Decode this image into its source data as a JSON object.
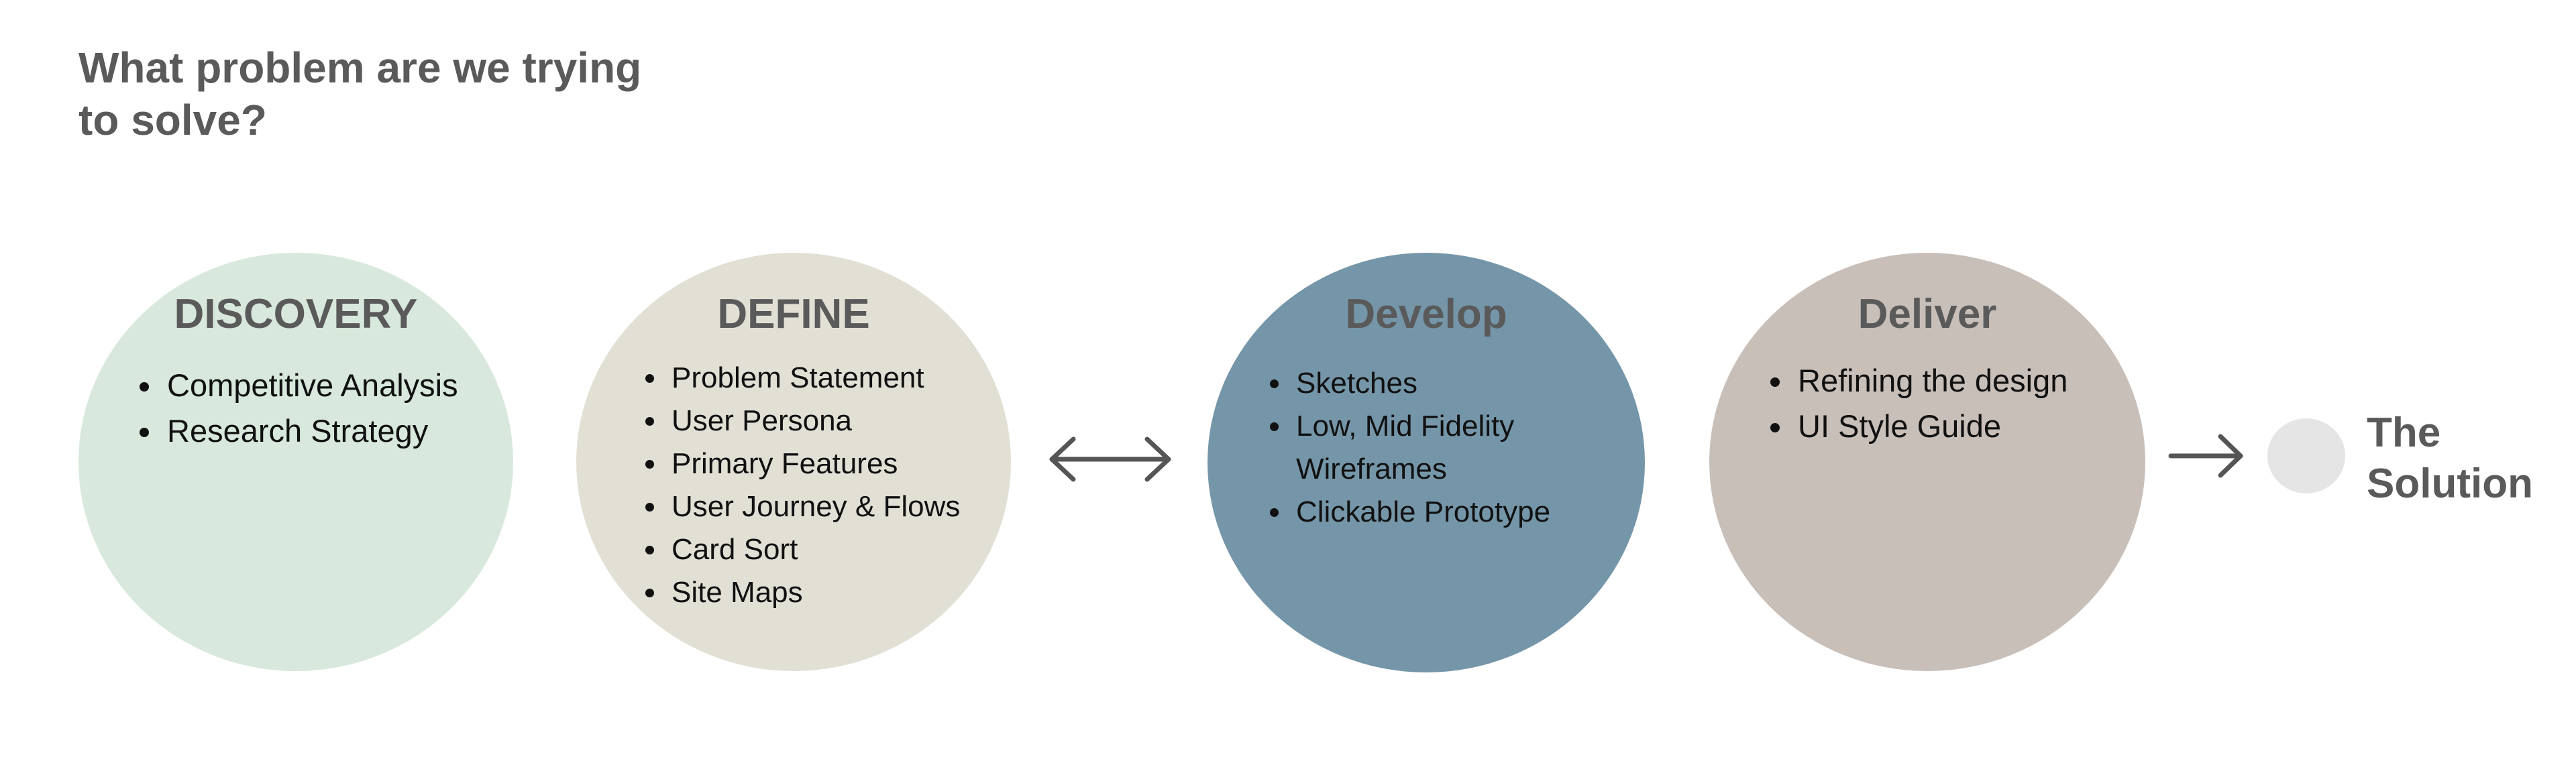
{
  "question": "What problem are we trying to solve?",
  "phases": [
    {
      "title": "DISCOVERY",
      "color": "#d8e8dc",
      "items": [
        "Competitive Analysis",
        "Research Strategy"
      ]
    },
    {
      "title": "DEFINE",
      "color": "#e2e0d5",
      "items": [
        "Problem Statement",
        "User Persona",
        "Primary Features",
        "User Journey & Flows",
        "Card Sort",
        "Site Maps"
      ]
    },
    {
      "title": "Develop",
      "color": "#7596a9",
      "items": [
        "Sketches",
        "Low, Mid Fidelity Wireframes",
        "Clickable Prototype"
      ]
    },
    {
      "title": "Deliver",
      "color": "#c9bfb9",
      "items": [
        "Refining the design",
        "UI Style Guide"
      ]
    }
  ],
  "connectors": {
    "between_define_develop": "double-arrow-icon",
    "before_solution": "right-arrow-icon"
  },
  "solution": {
    "label": "The Solution",
    "dot_color": "#e5e5e5"
  },
  "colors": {
    "heading": "#5a5a5a",
    "body": "#111111",
    "arrow": "#555555"
  }
}
